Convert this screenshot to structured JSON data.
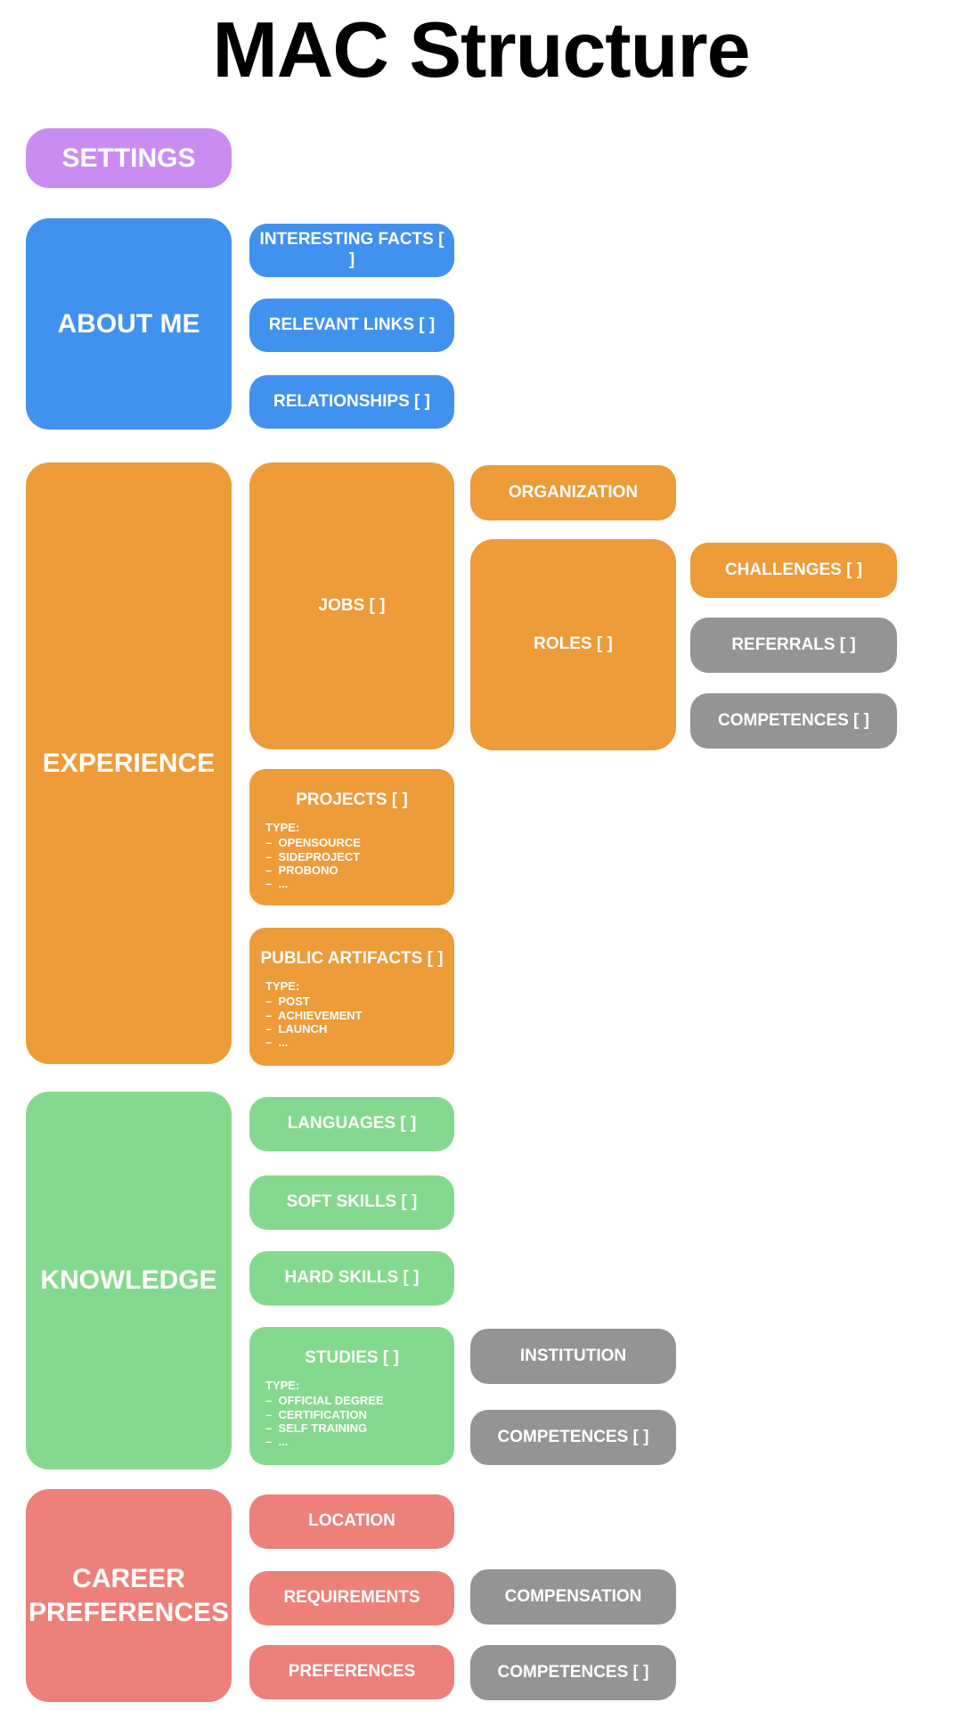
{
  "title": "MAC Structure",
  "palette": {
    "purple": "#cb8cf2",
    "blue": "#4191ef",
    "orange": "#ee9b3a",
    "green": "#85d98e",
    "salmon": "#ed817a",
    "gray": "#949494",
    "background": "#ffffff",
    "node_text": "#ffffff",
    "title_text": "#000000"
  },
  "settings": {
    "label": "SETTINGS"
  },
  "about_me": {
    "label": "ABOUT ME",
    "children": [
      {
        "label": "INTERESTING FACTS [ ]"
      },
      {
        "label": "RELEVANT LINKS [ ]"
      },
      {
        "label": "RELATIONSHIPS [ ]"
      }
    ]
  },
  "experience": {
    "label": "EXPERIENCE",
    "jobs": {
      "label": "JOBS [ ]",
      "organization": {
        "label": "ORGANIZATION"
      },
      "roles": {
        "label": "ROLES [ ]",
        "children": [
          {
            "label": "CHALLENGES [ ]"
          },
          {
            "label": "REFERRALS [ ]"
          },
          {
            "label": "COMPETENCES [ ]"
          }
        ]
      }
    },
    "projects": {
      "label": "PROJECTS [ ]",
      "type_heading": "TYPE:",
      "type_items": [
        "–  OPENSOURCE",
        "–  SIDEPROJECT",
        "–  PROBONO",
        "–  ..."
      ]
    },
    "public_artifacts": {
      "label": "PUBLIC ARTIFACTS [ ]",
      "type_heading": "TYPE:",
      "type_items": [
        "–  POST",
        "–  ACHIEVEMENT",
        "–  LAUNCH",
        "–  ..."
      ]
    }
  },
  "knowledge": {
    "label": "KNOWLEDGE",
    "children": [
      {
        "label": "LANGUAGES [ ]"
      },
      {
        "label": "SOFT SKILLS [ ]"
      },
      {
        "label": "HARD SKILLS [ ]"
      }
    ],
    "studies": {
      "label": "STUDIES [ ]",
      "type_heading": "TYPE:",
      "type_items": [
        "–  OFFICIAL DEGREE",
        "–  CERTIFICATION",
        "–  SELF TRAINING",
        "–  ..."
      ],
      "institution": {
        "label": "INSTITUTION"
      },
      "competences": {
        "label": "COMPETENCES [ ]"
      }
    }
  },
  "career_preferences": {
    "label": "CAREER PREFERENCES",
    "location": {
      "label": "LOCATION"
    },
    "requirements": {
      "label": "REQUIREMENTS",
      "compensation": {
        "label": "COMPENSATION"
      }
    },
    "preferences": {
      "label": "PREFERENCES",
      "competences": {
        "label": "COMPETENCES [ ]"
      }
    }
  }
}
